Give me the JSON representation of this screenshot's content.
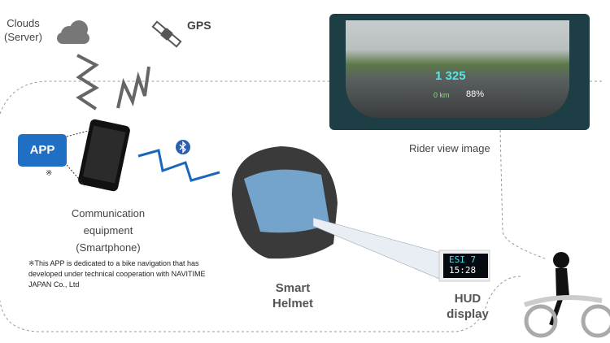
{
  "clouds": {
    "line1": "Clouds",
    "line2": "(Server)"
  },
  "gps": {
    "label": "GPS"
  },
  "app": {
    "label": "APP",
    "mark": "※"
  },
  "phone": {
    "line1": "Communication",
    "line2": "equipment",
    "line3": "(Smartphone)"
  },
  "note": {
    "line1": "※This APP is dedicated to a bike navigation that has",
    "line2": "developed under technical cooperation with NAVITIME",
    "line3": "JAPAN Co., Ltd"
  },
  "helmet": {
    "line1": "Smart",
    "line2": "Helmet"
  },
  "hud": {
    "line1": "HUD",
    "line2": "display",
    "screen_top": "ESI 7",
    "screen_bottom": "15:28"
  },
  "rider_view": {
    "caption": "Rider view image",
    "speed": "1 325",
    "distance": "0 km",
    "battery": "88%"
  },
  "colors": {
    "app_blue": "#1f6fc5",
    "bluetooth": "#2a5fb0",
    "zigzag_blue": "#1a66b8",
    "zigzag_gray": "#666666",
    "dash": "#888888",
    "hud_cyan": "#3fe0e0"
  }
}
